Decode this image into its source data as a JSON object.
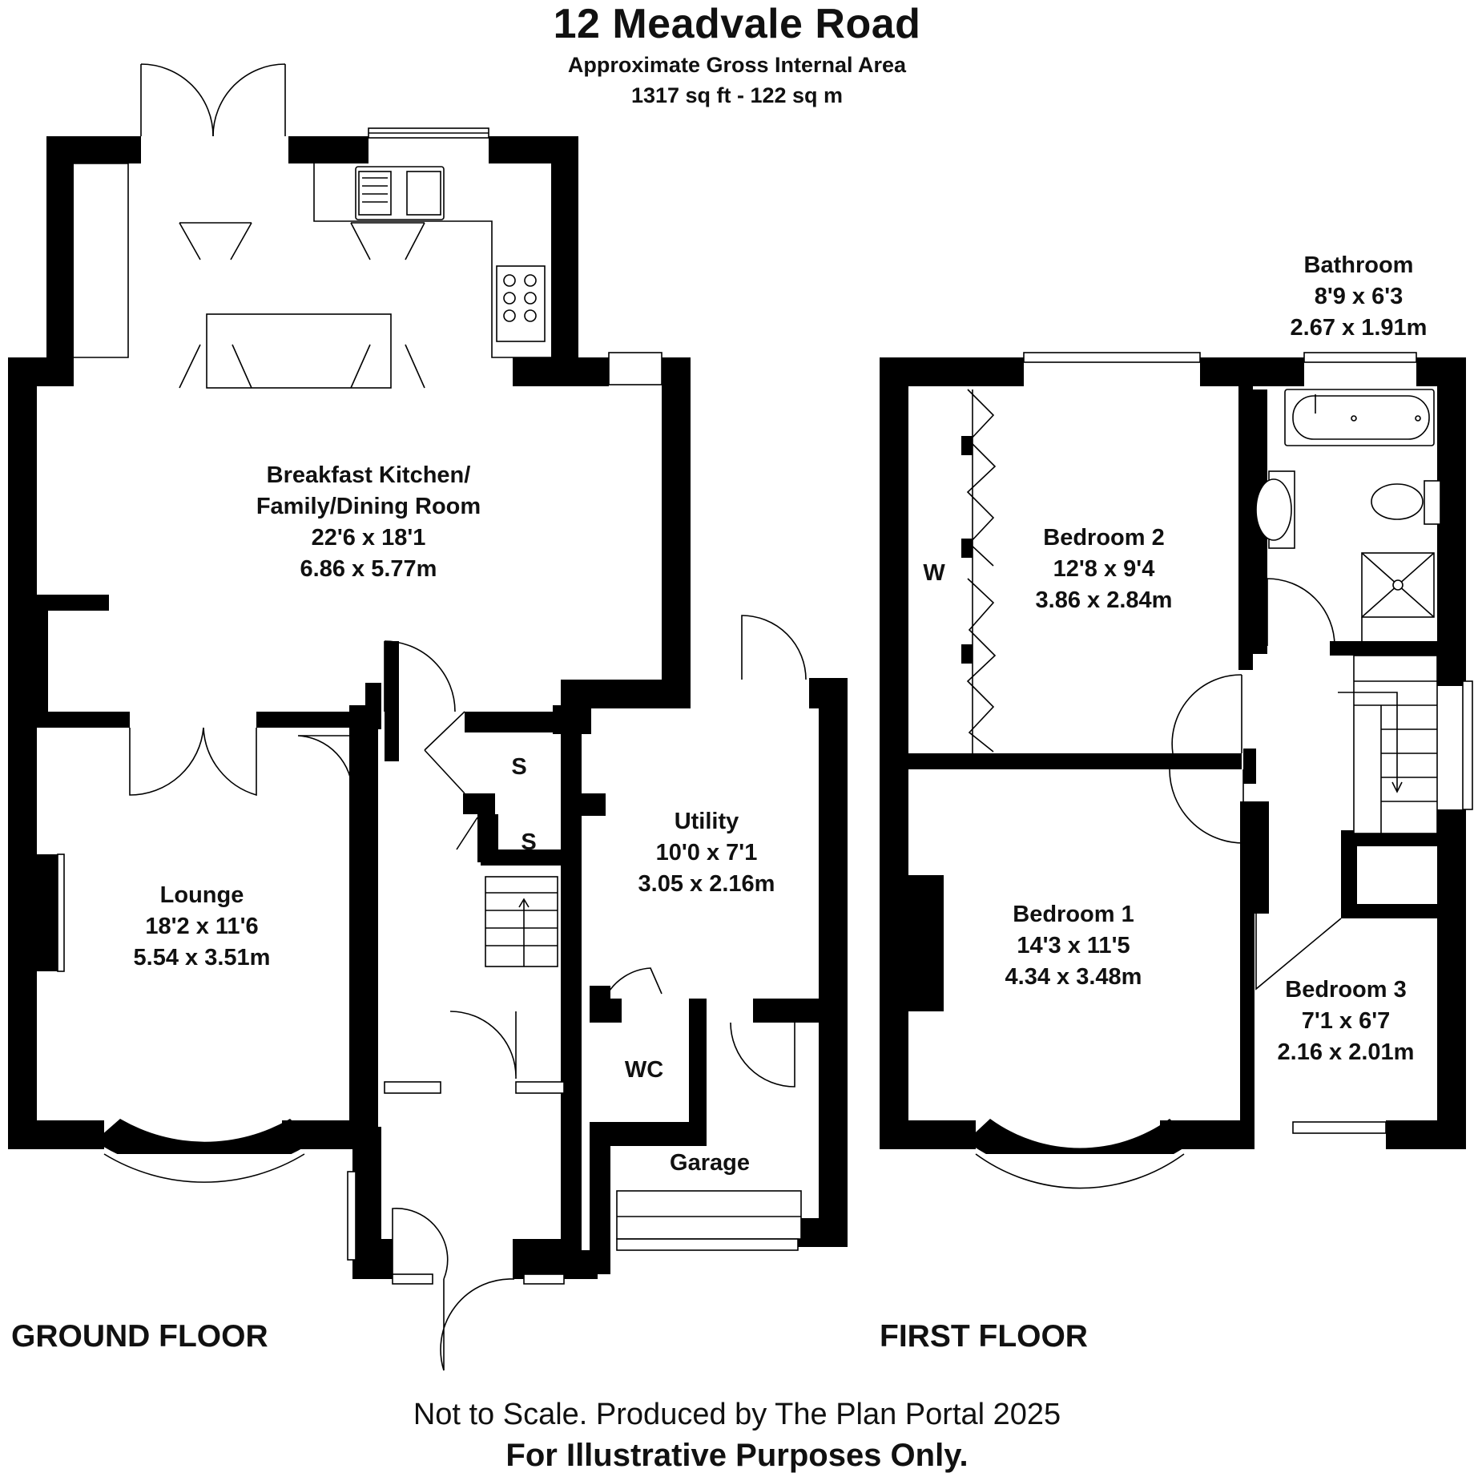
{
  "header": {
    "title": "12 Meadvale Road",
    "area_label": "Approximate Gross Internal Area",
    "area_value": "1317 sq ft - 122 sq m"
  },
  "floors": {
    "ground": "GROUND FLOOR",
    "first": "FIRST FLOOR"
  },
  "rooms": {
    "kitchen": {
      "name": "Breakfast Kitchen/",
      "name2": "Family/Dining Room",
      "imperial": "22'6 x 18'1",
      "metric": "6.86 x 5.77m"
    },
    "lounge": {
      "name": "Lounge",
      "imperial": "18'2 x 11'6",
      "metric": "5.54 x 3.51m"
    },
    "utility": {
      "name": "Utility",
      "imperial": "10'0 x 7'1",
      "metric": "3.05 x 2.16m"
    },
    "wc": {
      "name": "WC"
    },
    "garage": {
      "name": "Garage"
    },
    "store1": {
      "name": "S"
    },
    "store2": {
      "name": "S"
    },
    "wardrobe": {
      "name": "W"
    },
    "bedroom2": {
      "name": "Bedroom 2",
      "imperial": "12'8 x 9'4",
      "metric": "3.86 x 2.84m"
    },
    "bathroom": {
      "name": "Bathroom",
      "imperial": "8'9 x 6'3",
      "metric": "2.67 x 1.91m"
    },
    "bedroom1": {
      "name": "Bedroom 1",
      "imperial": "14'3 x 11'5",
      "metric": "4.34 x 3.48m"
    },
    "bedroom3": {
      "name": "Bedroom 3",
      "imperial": "7'1 x 6'7",
      "metric": "2.16 x 2.01m"
    }
  },
  "footer": {
    "disclaimer": "Not to Scale. Produced by The Plan Portal 2025",
    "note": "For Illustrative Purposes Only."
  }
}
